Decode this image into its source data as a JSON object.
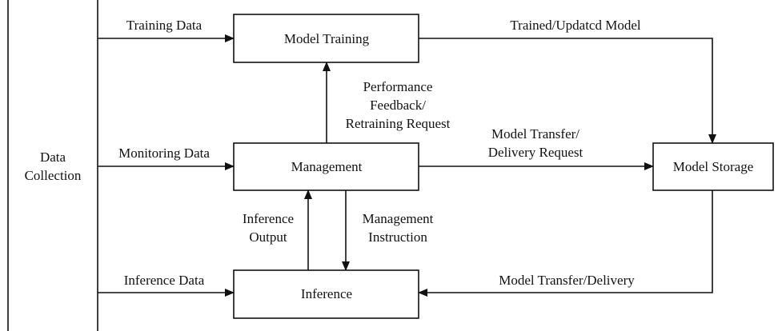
{
  "nodes": {
    "data_collection": [
      "Data",
      "Collection"
    ],
    "model_training": "Model Training",
    "management": "Management",
    "inference": "Inference",
    "model_storage": "Model Storage"
  },
  "edges": {
    "training_data": "Training Data",
    "monitoring_data": "Monitoring Data",
    "inference_data": "Inference Data",
    "trained_updated_model": "Trained/Updatcd Model",
    "performance_feedback": [
      "Performance",
      "Feedback/",
      "Retraining Request"
    ],
    "model_transfer_delivery_request": [
      "Model Transfer/",
      "Delivery Request"
    ],
    "inference_output": [
      "Inference",
      "Output"
    ],
    "management_instruction": [
      "Management",
      "Instruction"
    ],
    "model_transfer_delivery": "Model Transfer/Delivery"
  }
}
